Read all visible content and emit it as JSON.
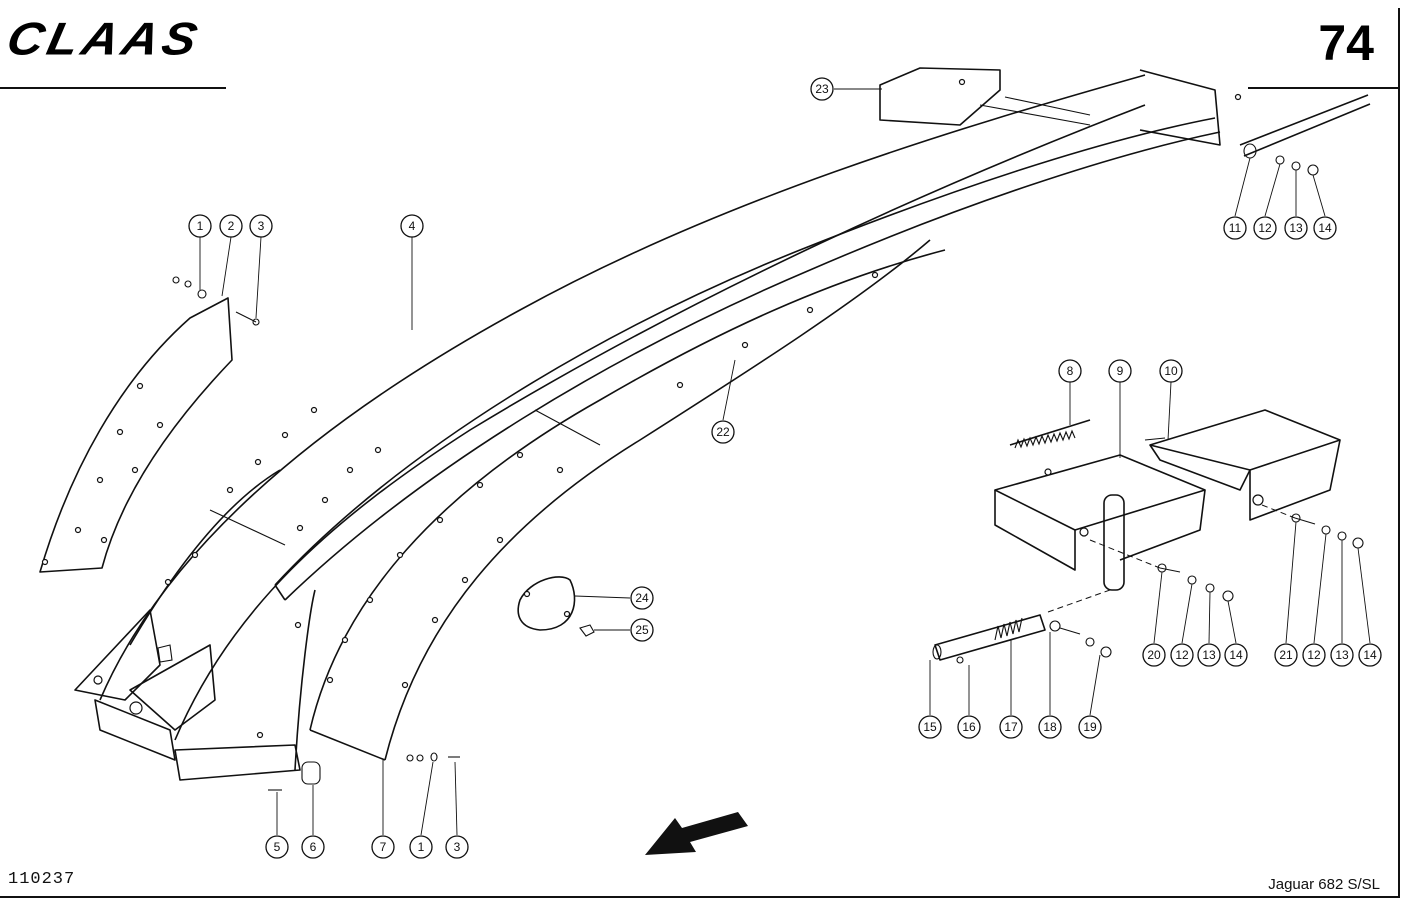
{
  "header": {
    "brand": "CLAAS",
    "page_number": "74"
  },
  "footer": {
    "drawing_number": "110237",
    "model": "Jaguar 682 S/SL"
  },
  "callouts": [
    {
      "id": "c1a",
      "label": "1"
    },
    {
      "id": "c2",
      "label": "2"
    },
    {
      "id": "c3a",
      "label": "3"
    },
    {
      "id": "c4",
      "label": "4"
    },
    {
      "id": "c5",
      "label": "5"
    },
    {
      "id": "c6",
      "label": "6"
    },
    {
      "id": "c7",
      "label": "7"
    },
    {
      "id": "c1b",
      "label": "1"
    },
    {
      "id": "c3b",
      "label": "3"
    },
    {
      "id": "c8",
      "label": "8"
    },
    {
      "id": "c9",
      "label": "9"
    },
    {
      "id": "c10",
      "label": "10"
    },
    {
      "id": "c11",
      "label": "11"
    },
    {
      "id": "c12a",
      "label": "12"
    },
    {
      "id": "c13a",
      "label": "13"
    },
    {
      "id": "c14a",
      "label": "14"
    },
    {
      "id": "c15",
      "label": "15"
    },
    {
      "id": "c16",
      "label": "16"
    },
    {
      "id": "c17",
      "label": "17"
    },
    {
      "id": "c18",
      "label": "18"
    },
    {
      "id": "c19",
      "label": "19"
    },
    {
      "id": "c20",
      "label": "20"
    },
    {
      "id": "c12b",
      "label": "12"
    },
    {
      "id": "c13b",
      "label": "13"
    },
    {
      "id": "c14b",
      "label": "14"
    },
    {
      "id": "c21",
      "label": "21"
    },
    {
      "id": "c12c",
      "label": "12"
    },
    {
      "id": "c13c",
      "label": "13"
    },
    {
      "id": "c14c",
      "label": "14"
    },
    {
      "id": "c22",
      "label": "22"
    },
    {
      "id": "c23",
      "label": "23"
    },
    {
      "id": "c24",
      "label": "24"
    },
    {
      "id": "c25",
      "label": "25"
    }
  ]
}
